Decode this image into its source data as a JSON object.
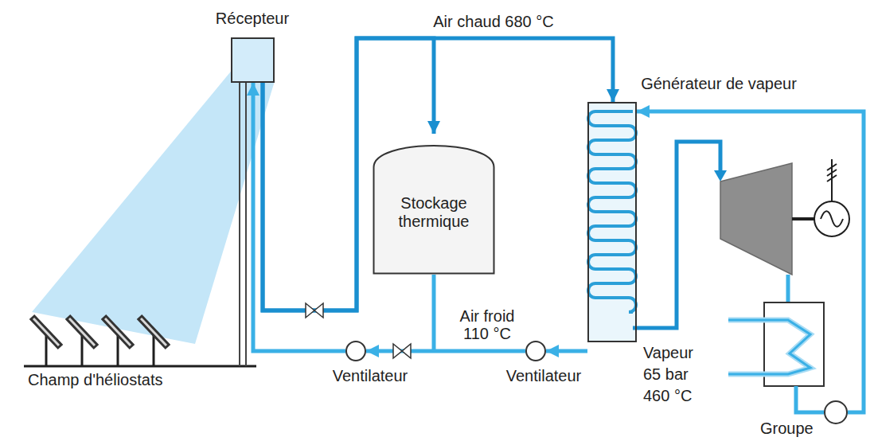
{
  "diagram": {
    "nodes": [
      {
        "text": [
          "Récepteur"
        ]
      },
      {
        "text": [
          "Stockage thermique"
        ]
      },
      {
        "text": [
          "Générateur de vapeur"
        ]
      },
      {
        "text": [
          "Ventilateur"
        ]
      },
      {
        "text": [
          "Ventilateur"
        ]
      },
      {
        "text": [
          "Groupe"
        ]
      }
    ],
    "edges": [
      {
        "from": 0,
        "to": 2,
        "arrow": "to"
      },
      {
        "from": 0,
        "to": 1,
        "arrow": "to"
      },
      {
        "from": 2,
        "to": 4,
        "arrow": "to"
      },
      {
        "from": 4,
        "to": 3,
        "arrow": "to"
      },
      {
        "from": 3,
        "to": 0,
        "arrow": "to"
      },
      {
        "from": 5,
        "to": 2,
        "arrow": "to"
      }
    ],
    "labels": [
      "Air chaud 680 °C",
      "Air froid 110 °C",
      "Vapeur 65 bar 460 °C",
      "Champ d'héliostats"
    ]
  }
}
